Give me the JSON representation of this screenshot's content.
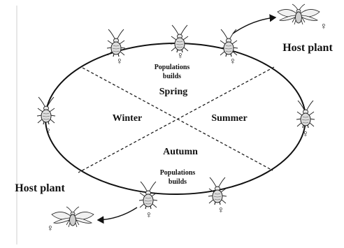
{
  "seasons": {
    "spring": "Spring",
    "winter": "Winter",
    "summer": "Summer",
    "autumn": "Autumn"
  },
  "populations": {
    "top_line1": "Populations",
    "top_line2": "builds",
    "bottom_line1": "Populations",
    "bottom_line2": "builds"
  },
  "host_plants": {
    "top_right": "Host plant",
    "bottom_left": "Host plant"
  },
  "female_symbol": "♀",
  "icons": [
    "aphid-icon",
    "winged-aphid-icon",
    "female-symbol-icon",
    "arrow-icon"
  ]
}
